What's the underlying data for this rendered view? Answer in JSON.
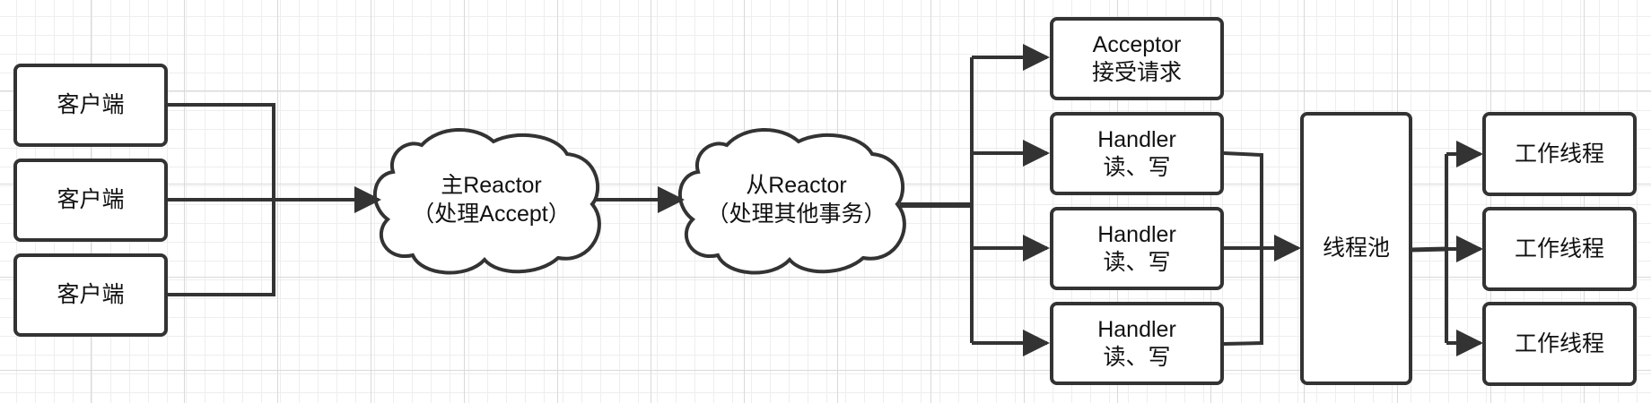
{
  "diagram": {
    "clients": [
      {
        "label": "客户端"
      },
      {
        "label": "客户端"
      },
      {
        "label": "客户端"
      }
    ],
    "main_reactor": {
      "line1": "主Reactor",
      "line2": "（处理Accept）"
    },
    "sub_reactor": {
      "line1": "从Reactor",
      "line2": "（处理其他事务）"
    },
    "acceptor": {
      "line1": "Acceptor",
      "line2": "接受请求"
    },
    "handlers": [
      {
        "line1": "Handler",
        "line2": "读、写"
      },
      {
        "line1": "Handler",
        "line2": "读、写"
      },
      {
        "line1": "Handler",
        "line2": "读、写"
      }
    ],
    "thread_pool": {
      "label": "线程池"
    },
    "workers": [
      {
        "label": "工作线程"
      },
      {
        "label": "工作线程"
      },
      {
        "label": "工作线程"
      }
    ],
    "colors": {
      "stroke": "#333333",
      "grid": "#d9d9d9",
      "background": "#ffffff"
    }
  }
}
